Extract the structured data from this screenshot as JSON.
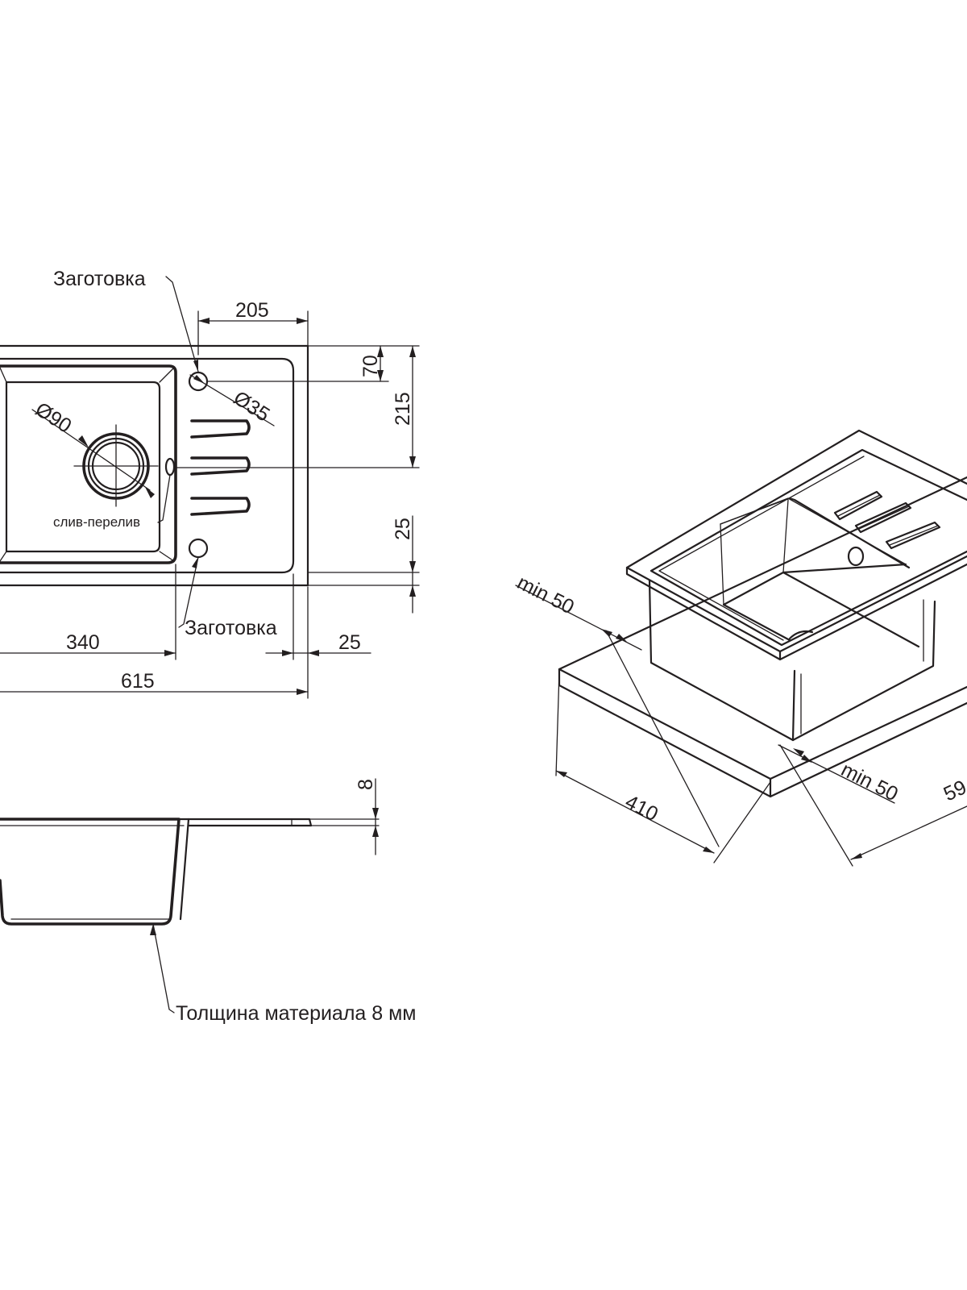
{
  "top_view": {
    "label_blank_top": "Заготовка",
    "label_blank_bottom": "Заготовка",
    "label_overflow": "слив-перелив",
    "dim_drain_diameter": "Ø90",
    "dim_hole_diameter": "Ø35",
    "dim_drainboard_width": "205",
    "dim_hole_offset": "70",
    "dim_bowl_to_edge": "215",
    "dim_bottom_margin": "25",
    "dim_bowl_width": "340",
    "dim_right_margin": "25",
    "dim_total_width": "615"
  },
  "section_view": {
    "dim_rim_thickness": "8",
    "label_material": "Толщина материала 8 мм"
  },
  "iso_view": {
    "dim_min_left": "min 50",
    "dim_min_right": "min 50",
    "dim_depth": "410",
    "dim_width": "59"
  }
}
